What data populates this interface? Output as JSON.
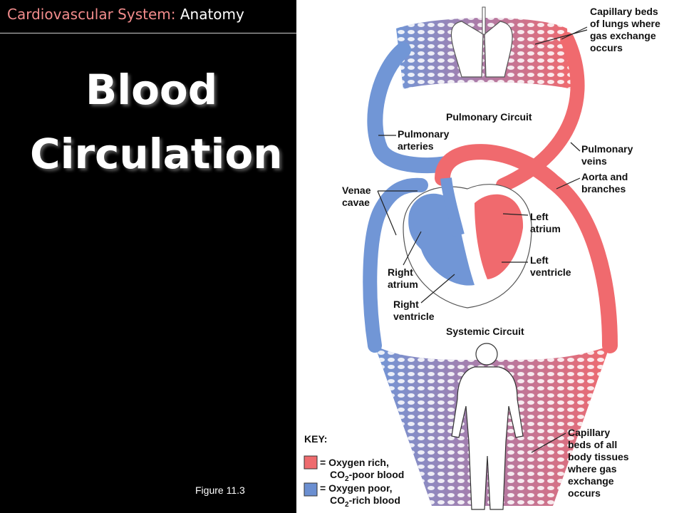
{
  "header": {
    "section": "Cardiovascular System:",
    "subsection": "Anatomy"
  },
  "title": {
    "line1": "Blood",
    "line2": "Circulation"
  },
  "figure_caption": "Figure 11.3",
  "diagram": {
    "labels": {
      "capillary_lungs": [
        "Capillary beds",
        "of lungs where",
        "gas exchange",
        "occurs"
      ],
      "pulmonary_circuit": "Pulmonary Circuit",
      "pulmonary_arteries": [
        "Pulmonary",
        "arteries"
      ],
      "pulmonary_veins": [
        "Pulmonary",
        "veins"
      ],
      "aorta": [
        "Aorta and",
        "branches"
      ],
      "venae_cavae": [
        "Venae",
        "cavae"
      ],
      "left_atrium": [
        "Left",
        "atrium"
      ],
      "left_ventricle": [
        "Left",
        "ventricle"
      ],
      "right_atrium": [
        "Right",
        "atrium"
      ],
      "right_ventricle": [
        "Right",
        "ventricle"
      ],
      "systemic_circuit": "Systemic Circuit",
      "capillary_body": [
        "Capillary",
        "beds of all",
        "body tissues",
        "where gas",
        "exchange",
        "occurs"
      ]
    },
    "key": {
      "title": "KEY:",
      "rich": {
        "line1": "= Oxygen rich,",
        "line2a": "CO",
        "line2sub": "2",
        "line2b": "-poor blood",
        "color": "#ee6b6e"
      },
      "poor": {
        "line1": "= Oxygen poor,",
        "line2a": "CO",
        "line2sub": "2",
        "line2b": "-rich blood",
        "color": "#6b8fd1"
      }
    },
    "colors": {
      "oxygen_rich": "#f06a6e",
      "oxygen_poor": "#7196d6",
      "capillary_mix": "#b07aa5"
    }
  }
}
